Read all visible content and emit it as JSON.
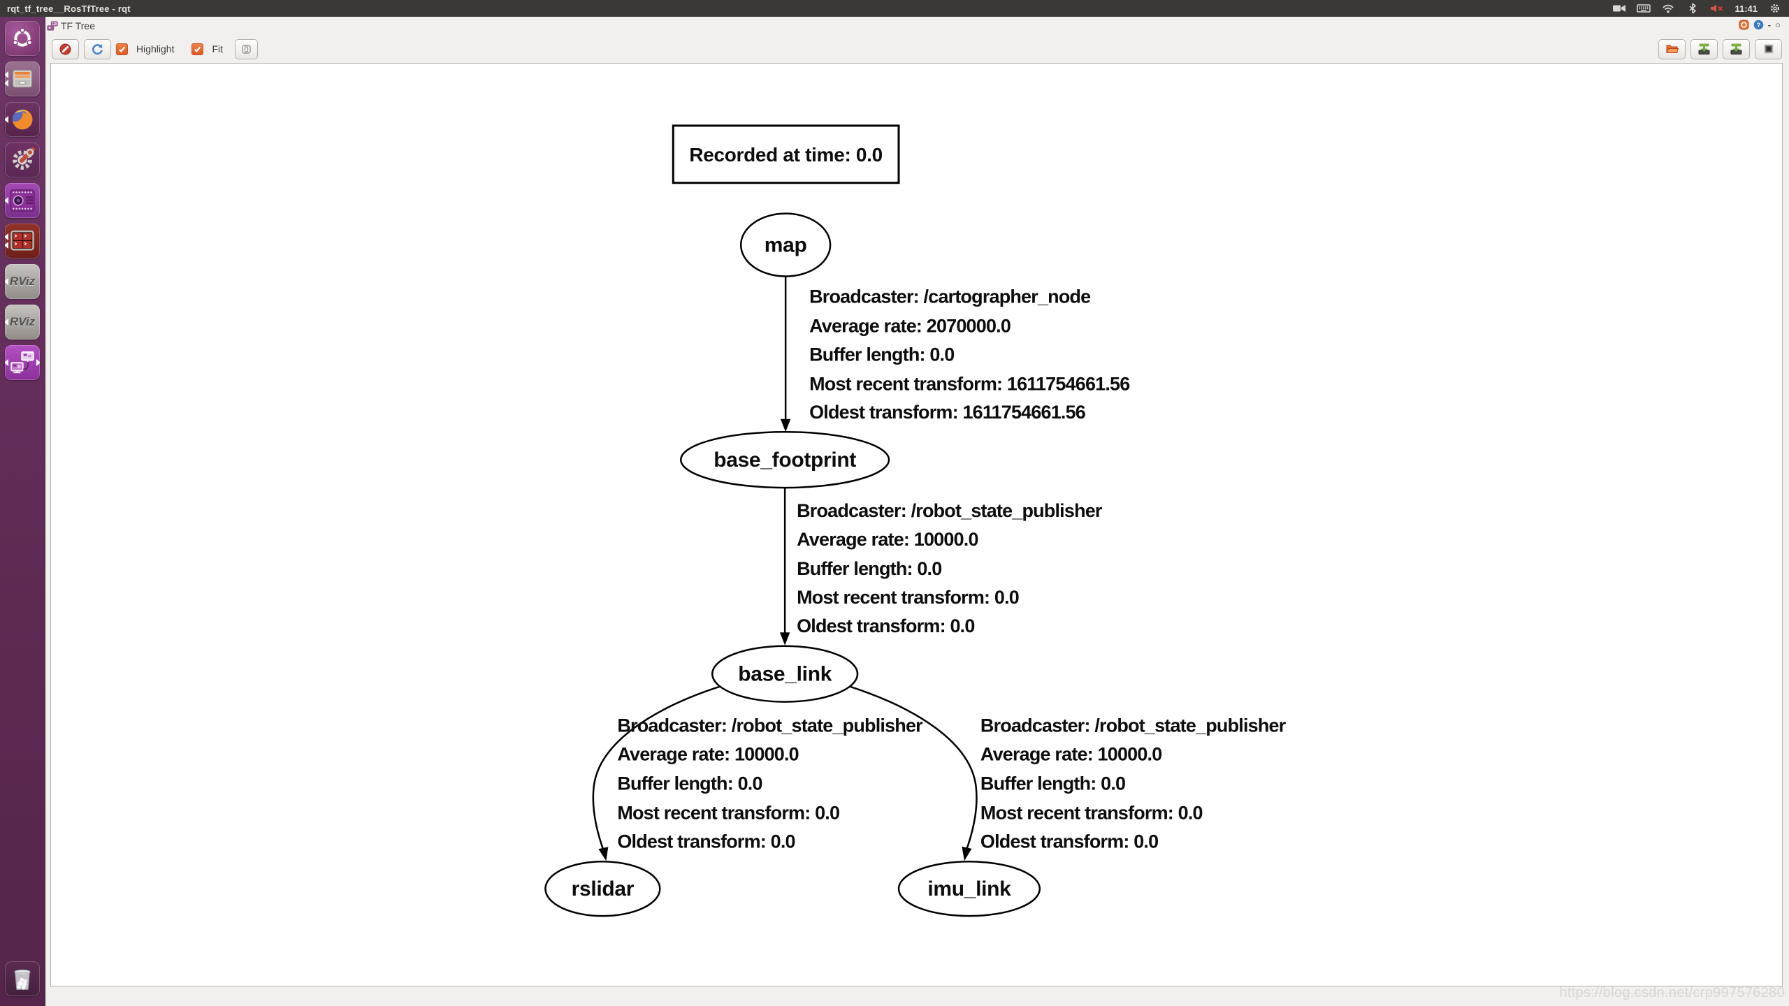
{
  "top_bar": {
    "title": "rqt_tf_tree__RosTfTree - rqt",
    "clock": "11:41",
    "indicator_icons": [
      "video-recorder-icon",
      "keyboard-icon",
      "wifi-icon",
      "bluetooth-icon",
      "volume-muted-icon",
      "session-gear-icon"
    ]
  },
  "launcher": {
    "items": [
      {
        "id": "ubuntu-dash",
        "running": false,
        "active": false
      },
      {
        "id": "file-manager",
        "running": true,
        "indicator_arrows": 2
      },
      {
        "id": "firefox",
        "running": true,
        "indicator_arrows": 1
      },
      {
        "id": "system-settings",
        "running": false
      },
      {
        "id": "screen-recorder",
        "running": true,
        "indicator_arrows": 1
      },
      {
        "id": "terminator",
        "running": true,
        "indicator_arrows": 2
      },
      {
        "id": "rviz-1",
        "label": "RViz",
        "running": true,
        "indicator_arrows": 1
      },
      {
        "id": "rviz-2",
        "label": "RViz",
        "running": true,
        "indicator_arrows": 1
      },
      {
        "id": "rqt",
        "running": true,
        "active": true,
        "indicator_arrows": 1
      },
      {
        "id": "trash",
        "running": false
      }
    ]
  },
  "window": {
    "dock_title": "TF Tree",
    "dock_buttons": [
      "settings-icon",
      "help-icon",
      "minimize",
      "restore"
    ],
    "dock_minimize_glyph": "-",
    "dock_restore_glyph": "○",
    "toolbar": {
      "left_buttons": [
        "clear-icon",
        "refresh-icon"
      ],
      "highlight_label": "Highlight",
      "highlight_checked": true,
      "fit_label": "Fit",
      "fit_checked": true,
      "snapshot_button": "save-snapshot-icon",
      "right_buttons": [
        "open-dot-file-icon",
        "save-dot-graph-icon",
        "save-as-image-icon",
        "screenshot-icon"
      ]
    }
  },
  "graph": {
    "recorded_box": {
      "label": "Recorded at time: 0.0"
    },
    "nodes": [
      {
        "id": "map",
        "label": "map"
      },
      {
        "id": "base_footprint",
        "label": "base_footprint"
      },
      {
        "id": "base_link",
        "label": "base_link"
      },
      {
        "id": "rslidar",
        "label": "rslidar"
      },
      {
        "id": "imu_link",
        "label": "imu_link"
      }
    ],
    "edges": [
      {
        "from": "map",
        "to": "base_footprint",
        "lines": [
          "Broadcaster: /cartographer_node",
          "Average rate: 2070000.0",
          "Buffer length: 0.0",
          "Most recent transform: 1611754661.56",
          "Oldest transform: 1611754661.56"
        ]
      },
      {
        "from": "base_footprint",
        "to": "base_link",
        "lines": [
          "Broadcaster: /robot_state_publisher",
          "Average rate: 10000.0",
          "Buffer length: 0.0",
          "Most recent transform: 0.0",
          "Oldest transform: 0.0"
        ]
      },
      {
        "from": "base_link",
        "to": "rslidar",
        "lines": [
          "Broadcaster: /robot_state_publisher",
          "Average rate: 10000.0",
          "Buffer length: 0.0",
          "Most recent transform: 0.0",
          "Oldest transform: 0.0"
        ]
      },
      {
        "from": "base_link",
        "to": "imu_link",
        "lines": [
          "Broadcaster: /robot_state_publisher",
          "Average rate: 10000.0",
          "Buffer length: 0.0",
          "Most recent transform: 0.0",
          "Oldest transform: 0.0"
        ]
      }
    ]
  },
  "watermark": {
    "text": "https://blog.csdn.net/crp997576280"
  },
  "colors": {
    "panel_bg": "#3a3935",
    "launcher_purple": "#5d2a52",
    "ubuntu_orange": "#e3571e",
    "canvas_bg": "#ffffff",
    "graph_stroke": "#000000"
  }
}
